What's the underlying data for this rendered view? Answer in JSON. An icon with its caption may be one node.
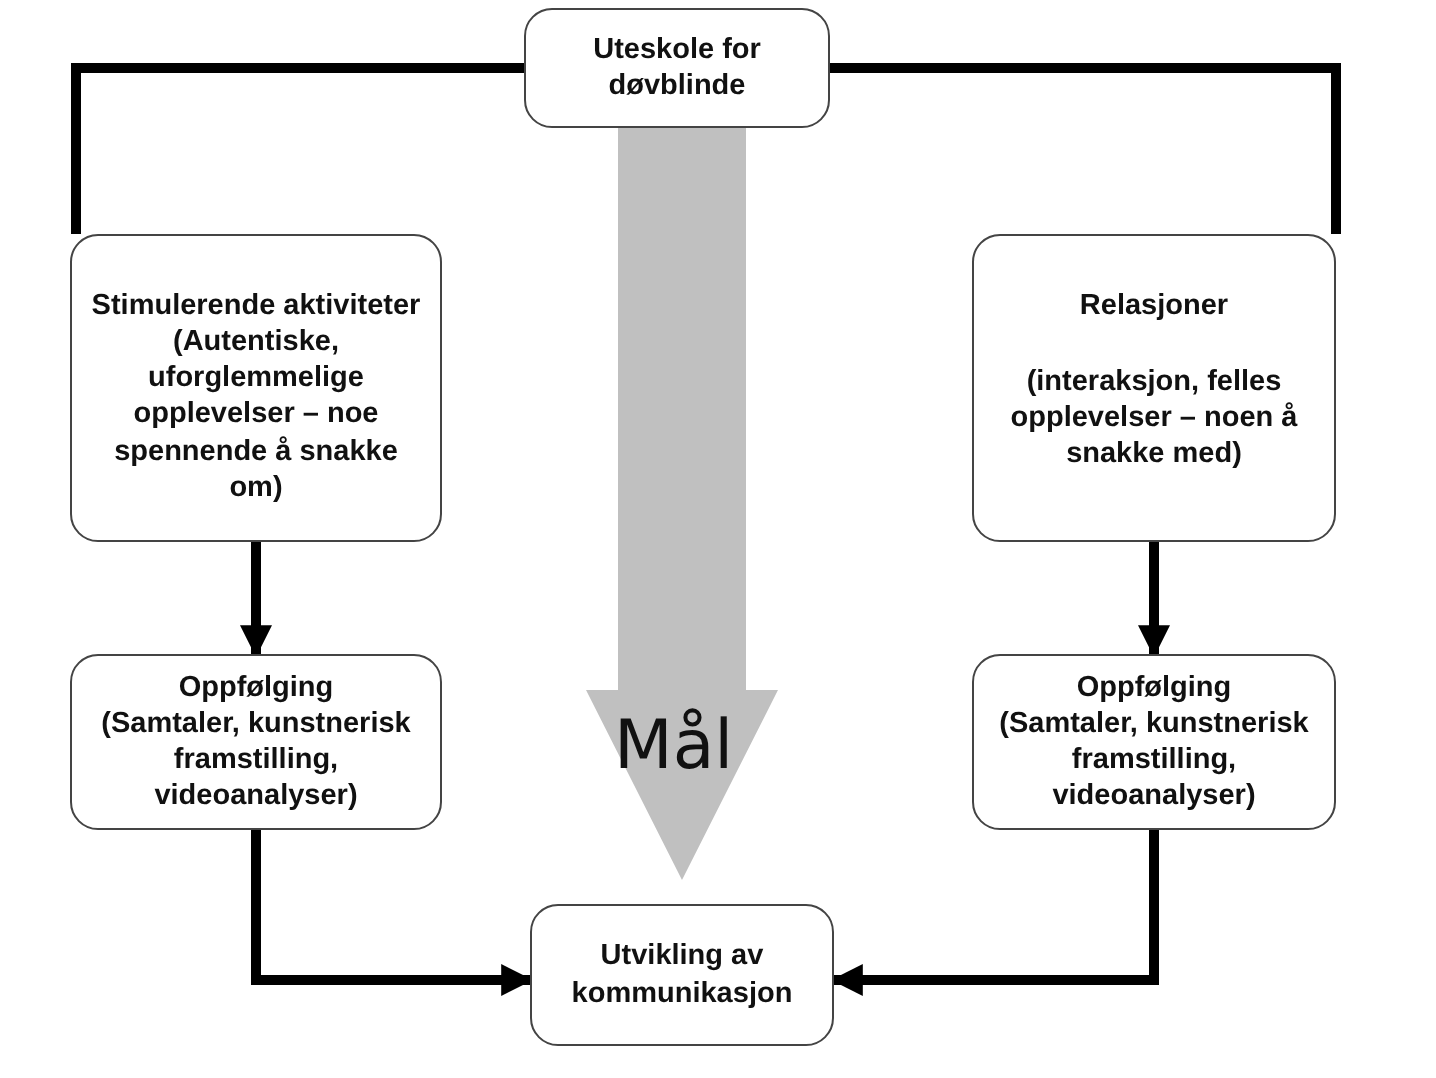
{
  "diagram": {
    "nodes": [
      {
        "text": [
          "Uteskole for døvblinde"
        ]
      },
      {
        "text": [
          "Stimulerende aktiviteter",
          "(Autentiske, uforglemmelige opplevelser – noe spennende å snakke om)"
        ]
      },
      {
        "text": [
          "Relasjoner",
          "(interaksjon, felles opplevelser – noen å snakke med)"
        ]
      },
      {
        "text": [
          "Oppfølging",
          "(Samtaler, kunstnerisk framstilling, videoanalyser)"
        ]
      },
      {
        "text": [
          "Oppfølging",
          "(Samtaler, kunstnerisk framstilling, videoanalyser)"
        ]
      },
      {
        "text": [
          "Utvikling av kommunikasjon"
        ]
      }
    ],
    "edges": [
      {
        "from": 0,
        "to": 1,
        "arrow": "none"
      },
      {
        "from": 0,
        "to": 2,
        "arrow": "none"
      },
      {
        "from": 1,
        "to": 3,
        "arrow": "to"
      },
      {
        "from": 2,
        "to": 4,
        "arrow": "to"
      },
      {
        "from": 3,
        "to": 5,
        "arrow": "to"
      },
      {
        "from": 4,
        "to": 5,
        "arrow": "to"
      },
      {
        "from": 0,
        "to": 5,
        "arrow": "to",
        "label": "Mål",
        "style": "thick",
        "color": "#c0c0c0"
      }
    ]
  }
}
